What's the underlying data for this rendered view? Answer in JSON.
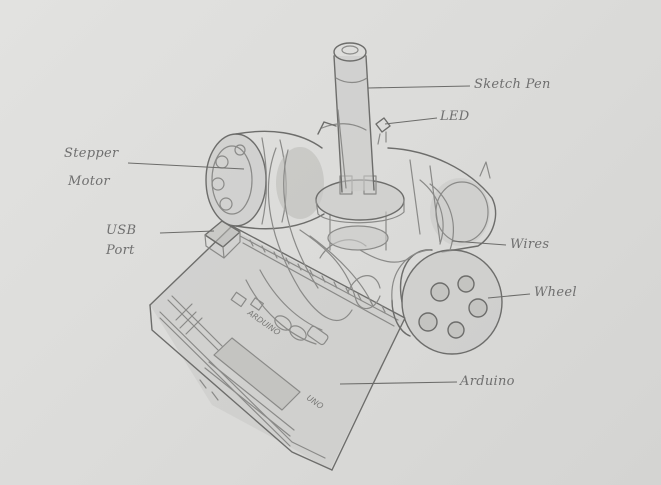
{
  "labels": {
    "sketch_pen": "Sketch Pen",
    "led": "LED",
    "stepper_motor_line1": "Stepper",
    "stepper_motor_line2": "Motor",
    "usb_port_line1": "USB",
    "usb_port_line2": "Port",
    "wires": "Wires",
    "wheel": "Wheel",
    "arduino": "Arduino"
  },
  "board_text": {
    "brand": "ARDUINO",
    "mark": "UNO"
  }
}
